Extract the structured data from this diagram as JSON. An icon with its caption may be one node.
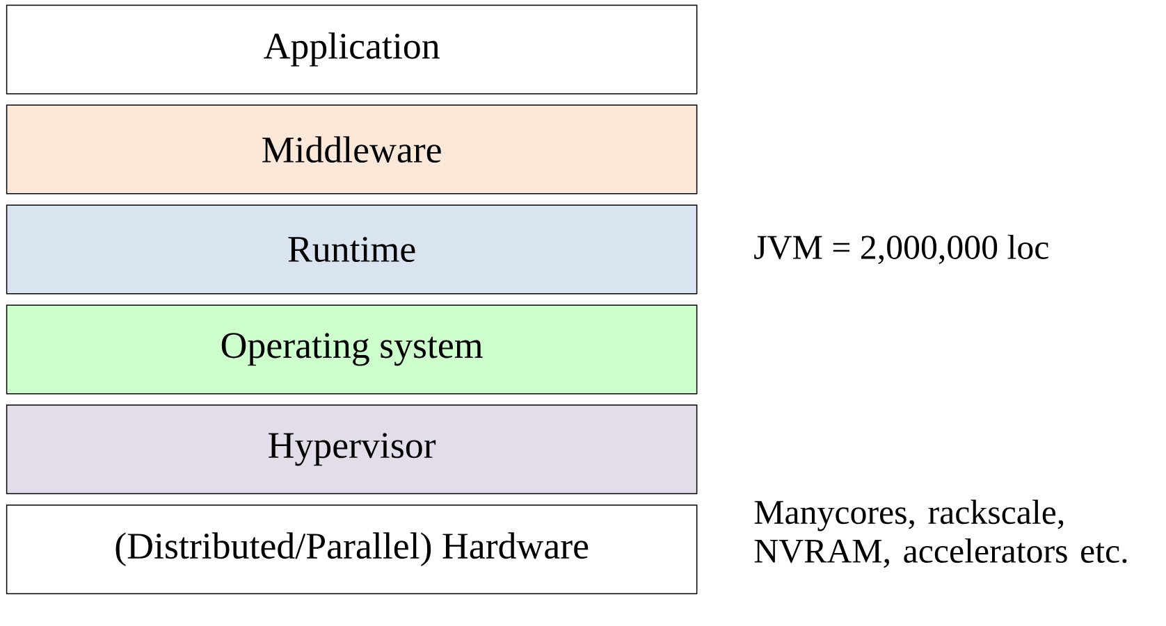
{
  "diagram": {
    "nodes": [
      {
        "text": [
          "Application"
        ]
      },
      {
        "text": [
          "Middleware"
        ]
      },
      {
        "text": [
          "Runtime"
        ],
        "beside": [
          "JVM =  2,000,000 loc"
        ]
      },
      {
        "text": [
          "Operating system"
        ]
      },
      {
        "text": [
          "Hypervisor"
        ]
      },
      {
        "text": [
          "(Distributed/Parallel) Hardware"
        ],
        "beside": [
          "Manycores, rackscale, NVRAM, accelerators etc."
        ]
      }
    ]
  }
}
